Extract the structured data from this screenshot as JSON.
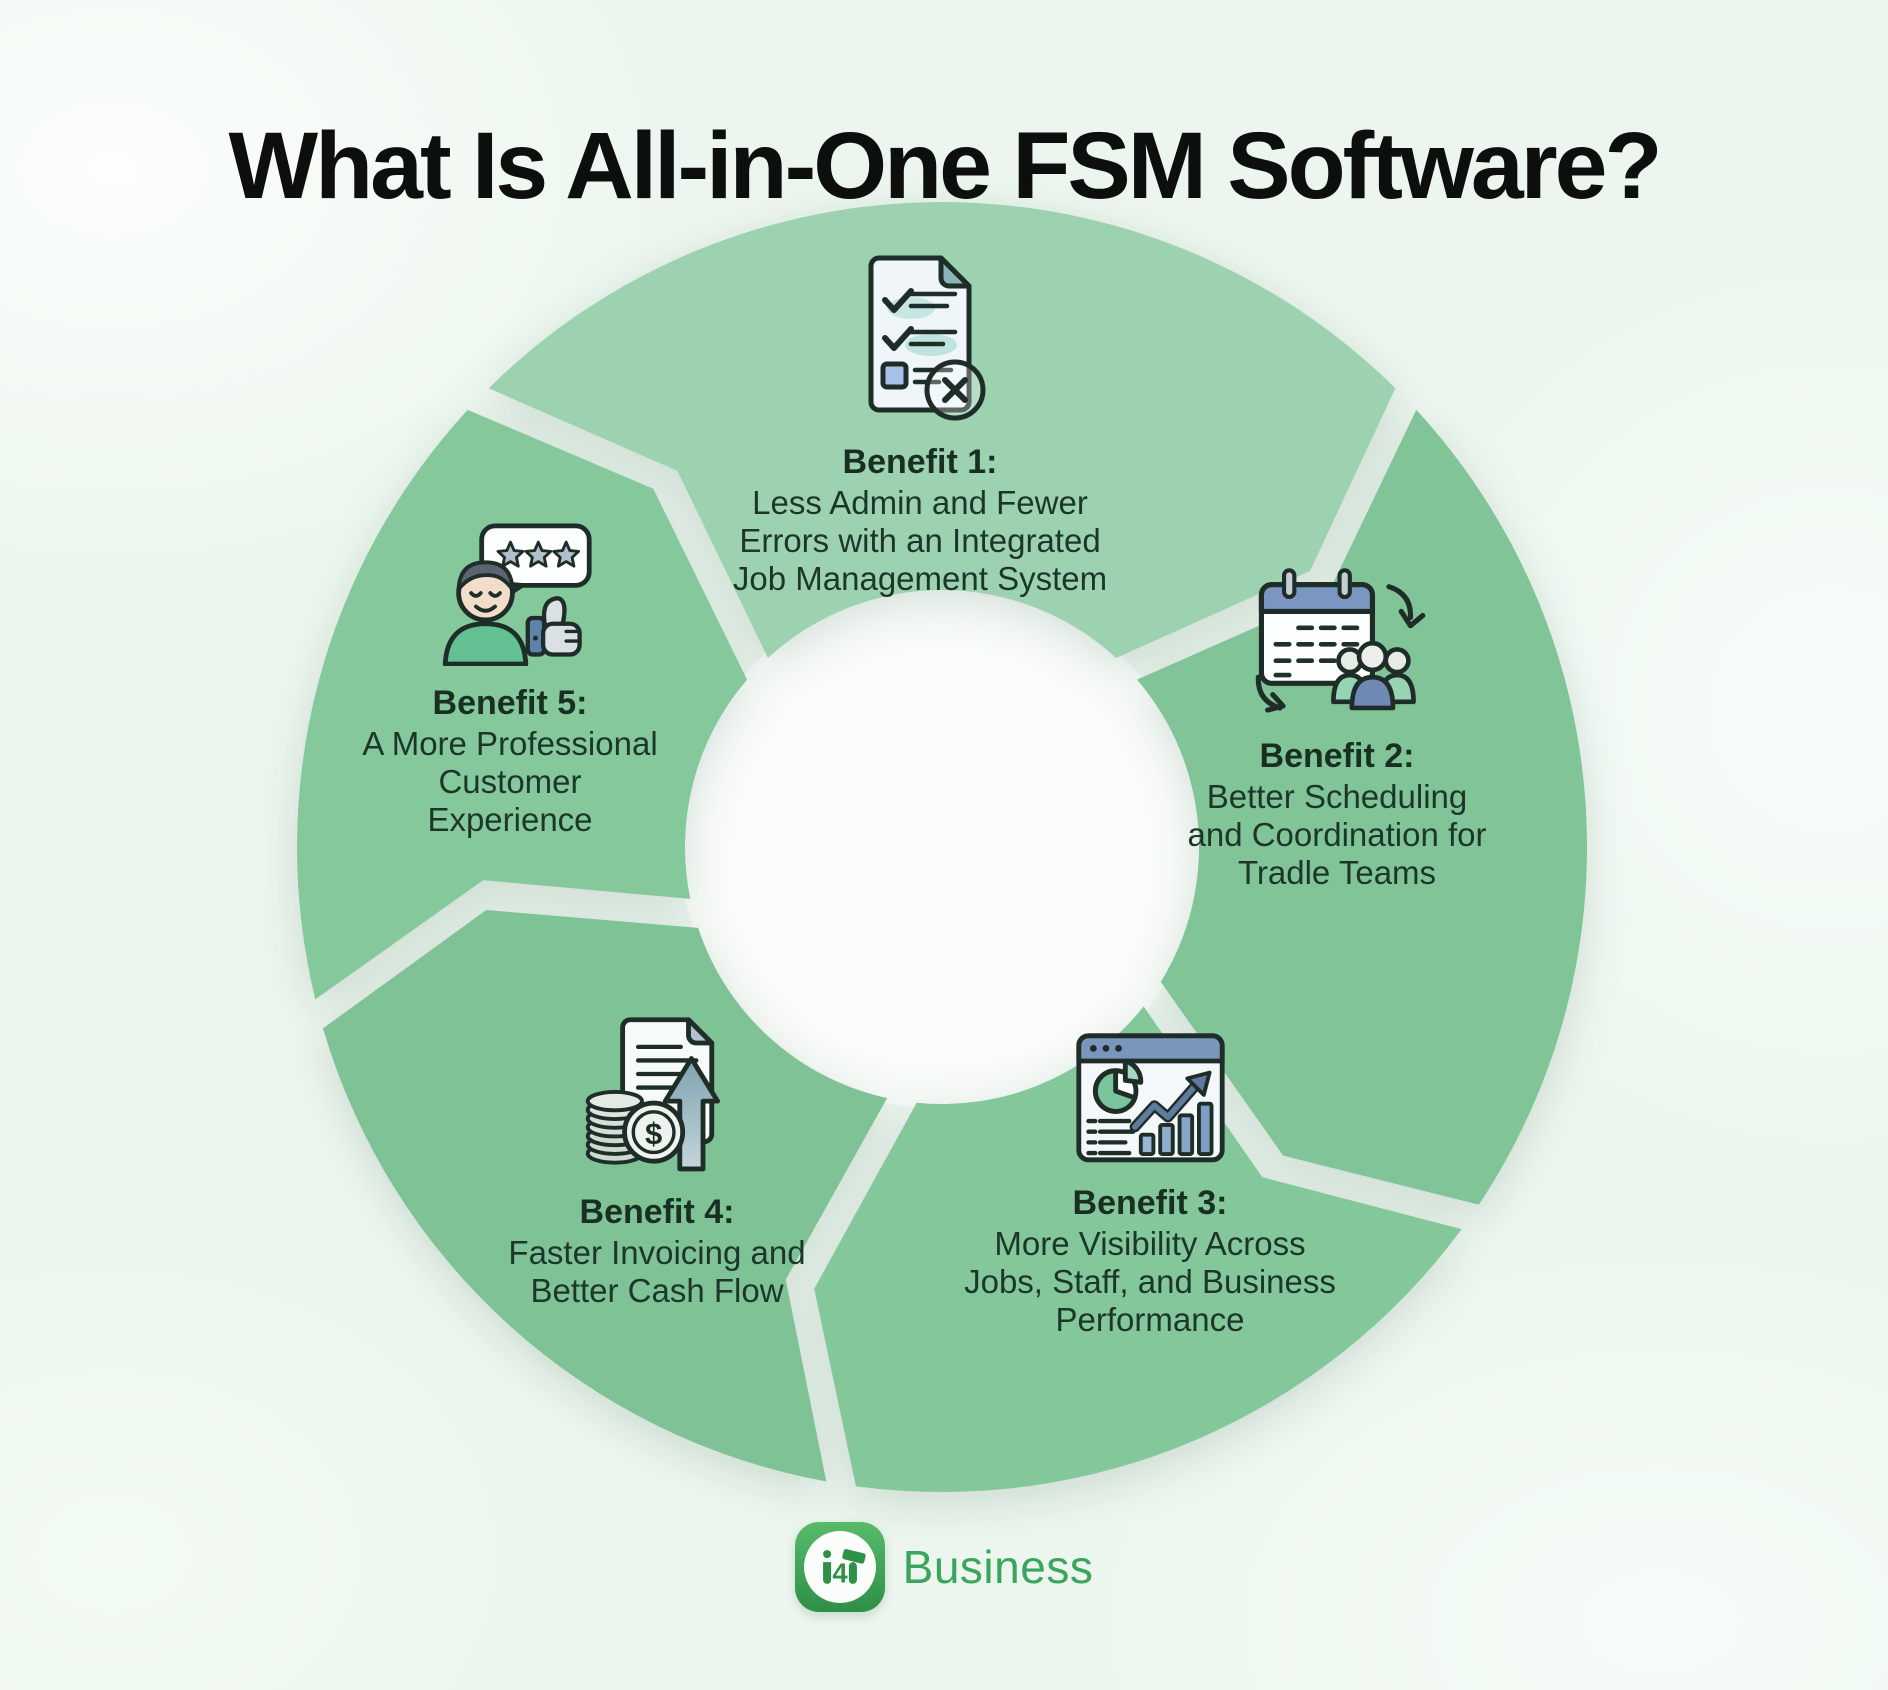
{
  "title": "What Is All-in-One FSM Software?",
  "benefits": [
    {
      "heading": "Benefit 1:",
      "lines": [
        "Less Admin and Fewer",
        "Errors with an Integrated",
        "Job Management System"
      ],
      "icon": "checklist-error-icon"
    },
    {
      "heading": "Benefit 2:",
      "lines": [
        "Better Scheduling",
        "and Coordination for",
        "Tradle Teams"
      ],
      "icon": "calendar-team-sync-icon"
    },
    {
      "heading": "Benefit 3:",
      "lines": [
        "More Visibility Across",
        "Jobs, Staff, and Business",
        "Performance"
      ],
      "icon": "dashboard-analytics-icon"
    },
    {
      "heading": "Benefit 4:",
      "lines": [
        "Faster Invoicing and",
        "Better Cash Flow"
      ],
      "icon": "invoice-cashflow-icon"
    },
    {
      "heading": "Benefit 5:",
      "lines": [
        "A More Professional",
        "Customer",
        "Experience"
      ],
      "icon": "happy-customer-icon"
    }
  ],
  "icons": {
    "dollar_sign": "$"
  },
  "footer": {
    "logo_text": "i4T",
    "logo_digit": "4",
    "brand": "Business"
  },
  "colors": {
    "background": "#ecf6ee",
    "segment_top": "#9dd2b1",
    "segment": "#80c497",
    "text_dark_green": "#1c372a",
    "title": "#0d0f0e",
    "brand_green": "#3aa55c",
    "logo_gradient_top": "#58bb6b",
    "logo_gradient_bottom": "#2e8f47",
    "icon_outline": "#1f2d28",
    "icon_slate_blue": "#7b96bd",
    "icon_mint": "#85caa5"
  }
}
